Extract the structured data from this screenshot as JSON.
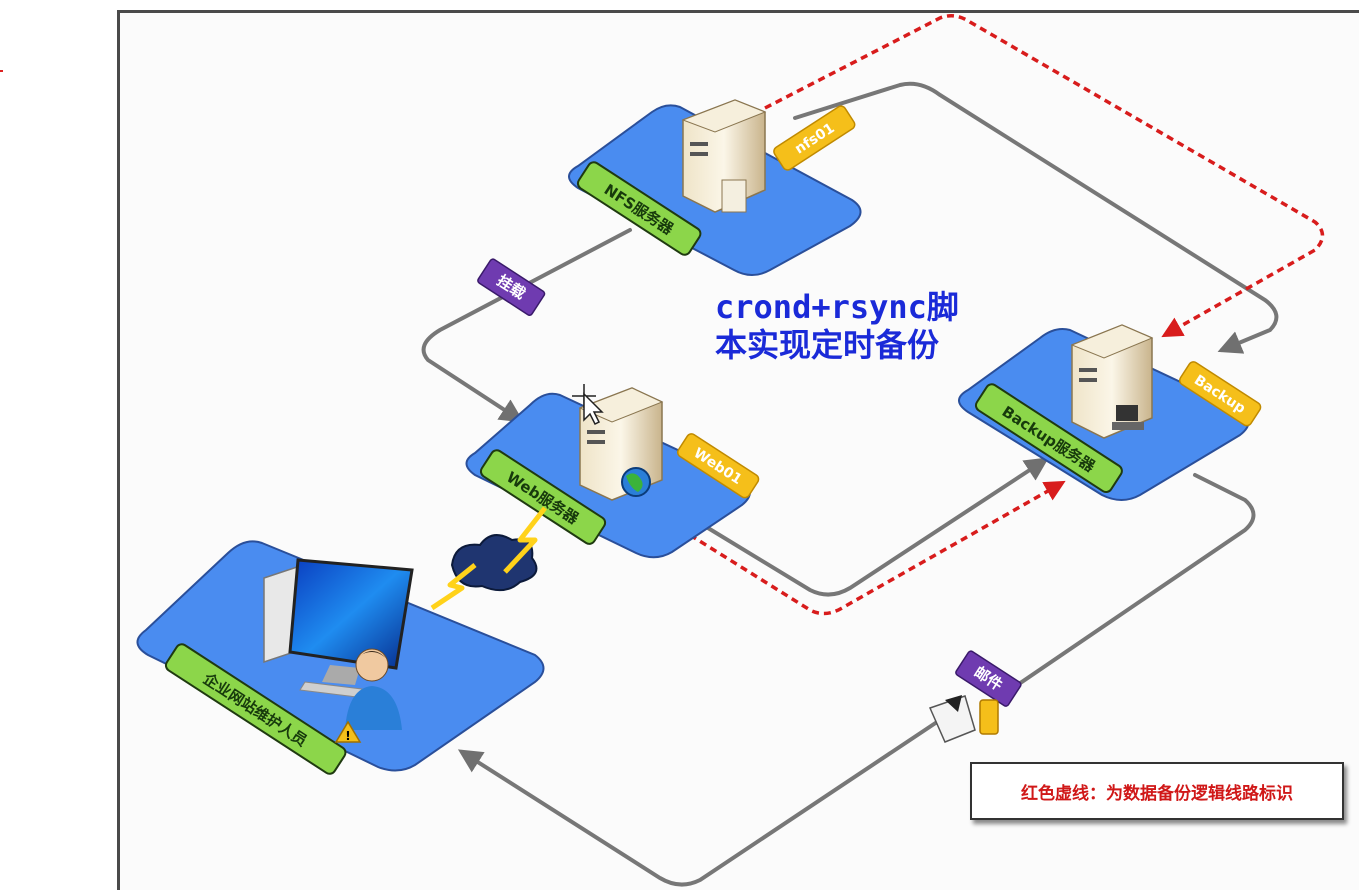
{
  "diagram": {
    "title_line1": "crond+rsync脚",
    "title_line2": "本实现定时备份",
    "nodes": {
      "nfs": {
        "label": "NFS服务器",
        "tag": "nfs01"
      },
      "web": {
        "label": "Web服务器",
        "tag": "Web01"
      },
      "backup": {
        "label": "Backup服务器",
        "tag": "Backup"
      },
      "admin": {
        "label": "企业网站维护人员"
      }
    },
    "edge_labels": {
      "mount": "挂载",
      "mail": "邮件"
    },
    "legend": "红色虚线：为数据备份逻辑线路标识"
  },
  "colors": {
    "platform": "#4a8cf0",
    "label_green": "#8cd64a",
    "tag_yellow": "#f5bf1a",
    "purple": "#6f3bb0",
    "red_dashed": "#d81c1c",
    "gray_line": "#777777",
    "caption_blue": "#1a2ad8"
  }
}
